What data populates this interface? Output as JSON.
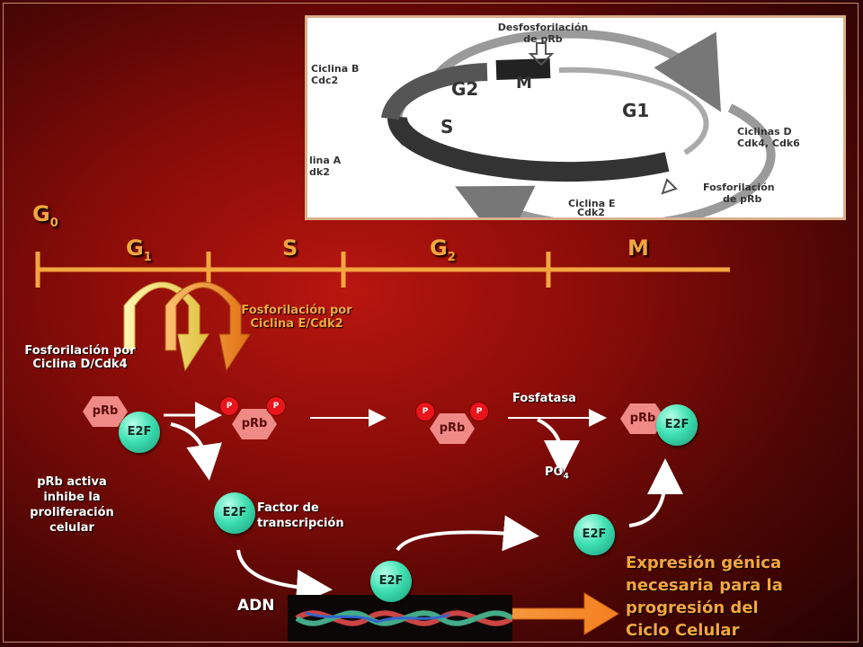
{
  "phases": {
    "g0": "G",
    "g0_sub": "0",
    "g1": "G",
    "g1_sub": "1",
    "s": "S",
    "g2": "G",
    "g2_sub": "2",
    "m": "M"
  },
  "labels": {
    "fosfo_e_1": "Fosforilación por",
    "fosfo_e_2": "Ciclina E/Cdk2",
    "fosfo_d_1": "Fosforilación por",
    "fosfo_d_2": "Ciclina D/Cdk4",
    "fosfatasa": "Fosfatasa",
    "po4": "PO",
    "po4_sub": "4",
    "prb_activa": [
      "pRb activa",
      "inhibe la",
      "proliferación",
      "celular"
    ],
    "factor": [
      "Factor de",
      "transcripción"
    ],
    "adn": "ADN",
    "expresion": [
      "Expresión génica",
      "necesaria para la",
      "progresión del",
      "Ciclo Celular"
    ]
  },
  "molecules": {
    "prb": "pRb",
    "e2f": "E2F",
    "p": "P"
  },
  "photo": {
    "desfosfo_1": "Desfosforilación",
    "desfosfo_2": "de pRb",
    "m": "M",
    "g2": "G2",
    "s": "S",
    "g1": "G1",
    "ciclina_b_1": "Ciclina B",
    "ciclina_b_2": "Cdc2",
    "ciclinas_d_1": "Ciclinas D",
    "ciclinas_d_2": "Cdk4, Cdk6",
    "ciclina_a_1": "lina A",
    "ciclina_a_2": "dk2",
    "fosfo_1": "Fosforilación",
    "fosfo_2": "de pRb",
    "ciclina_e_1": "Ciclina E",
    "ciclina_e_2": "Cdk2"
  },
  "colors": {
    "accent": "#f3a640",
    "timeline": "#f3a640",
    "e2f": "#3fe0b2",
    "prb": "#f08a86",
    "p": "#e8151b"
  }
}
